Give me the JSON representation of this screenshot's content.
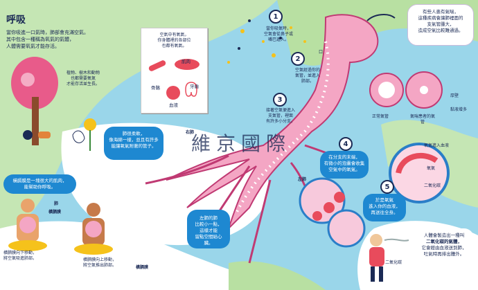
{
  "title": "呼吸",
  "intro": [
    "當你吸進一口氣時，肺部會充滿空氣。",
    "其中包含一種稱為氧氣的氣體，",
    "人體需要氧氣才能存活。"
  ],
  "plants_text": [
    "植物、樹木和動物",
    "也都需要氧氣",
    "才能存活並生長。"
  ],
  "poster": {
    "text": [
      "空氣中有氧氣，",
      "你身體裡的各部位",
      "也都有氧氣。"
    ],
    "labels": {
      "bone": "骨骼",
      "muscle": "肌肉",
      "tooth": "牙齒",
      "blood": "血液"
    }
  },
  "steps": [
    {
      "num": "1",
      "text": [
        "當你吸氣時，",
        "空氣會從鼻子或",
        "嘴巴進入。"
      ]
    },
    {
      "num": "2",
      "text": [
        "空氣經過你的",
        "氣管，並進入",
        "肺部。"
      ]
    },
    {
      "num": "3",
      "text": [
        "接著空氣便進入",
        "支氣管，裡面",
        "有許多小分支。"
      ]
    },
    {
      "num": "4",
      "text": [
        "在分支的末端，",
        "有微小的泡囊會收集",
        "空氣中的氧氣。"
      ]
    },
    {
      "num": "5",
      "text": [
        "於是氧氣",
        "進入你的血液，",
        "再送往全身。"
      ]
    }
  ],
  "lung_labels": {
    "right": "右肺",
    "left": "左肺",
    "mouth": "口"
  },
  "watermark": "維京國際",
  "asthma": {
    "text": [
      "有些人患有氣喘，",
      "這種疾病會讓肺裡面的",
      "支氣管腫大，",
      "造成空氣比較難通過。"
    ],
    "normal": "正常氣管",
    "patient": "氣喘患者的氣管",
    "thick": "厚壁",
    "mucus": "黏液增多"
  },
  "lungs_bubble": [
    "肺很柔軟，",
    "像海綿一樣，並且有許多",
    "能讓氧氣附著的管子。"
  ],
  "left_lung_bubble": [
    "左肺的肺",
    "比較小一點，",
    "這樣才能",
    "留點空間給心臟。"
  ],
  "diaphragm": {
    "bubble": [
      "橫膈膜是一塊很大的肌肉，",
      "能幫助你呼吸。"
    ],
    "lung_label": "肺",
    "diaphragm_label": "橫膈膜",
    "down_text": [
      "橫膈膜向下移動，",
      "將空氣吸進肺部。"
    ],
    "up_text": [
      "橫膈膜向上移動，",
      "將空氣推出肺部。"
    ],
    "bottom_label": "橫膈膜"
  },
  "blood": {
    "oxygen_in": "氧氣進入血液",
    "oxygen": "氧氣",
    "co2_label": "二氧化碳",
    "co2_out": "二氧化碳"
  },
  "co2_text": [
    "人體會製造出一種叫",
    "二氧化碳的氣體，",
    "它會經由血液送到肺，",
    "吐氣時再排出體外。"
  ]
}
